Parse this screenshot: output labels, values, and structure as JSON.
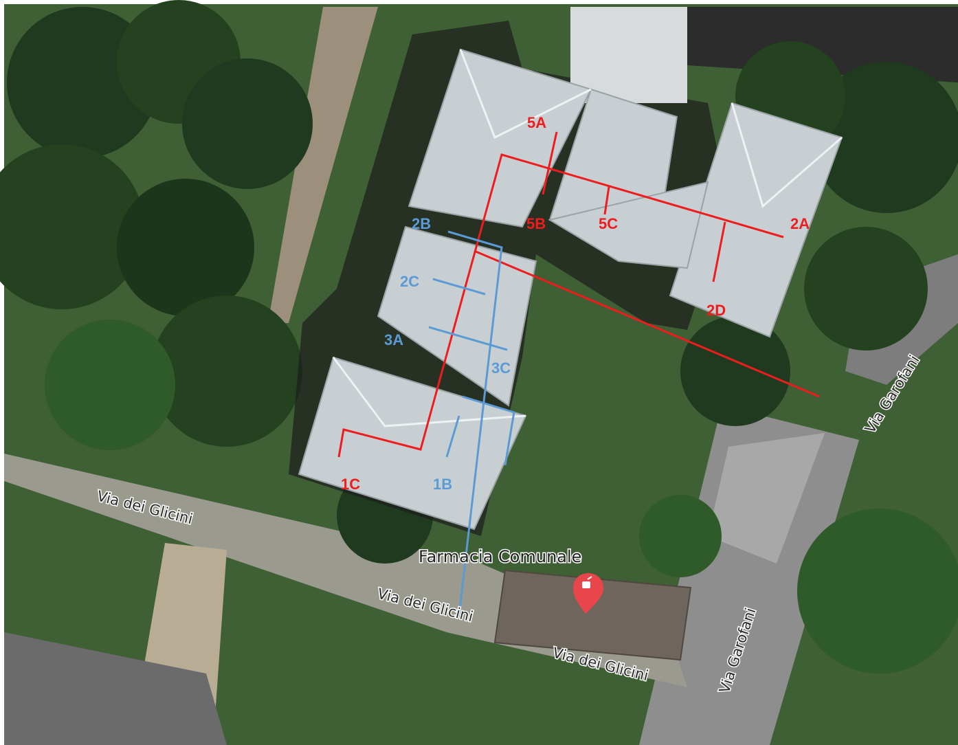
{
  "colors": {
    "grass": "#3f5f34",
    "tree_dark": "#1f3a1f",
    "tree_mid": "#2f5a2a",
    "roof": "#c8cfd3",
    "roof_ridge": "#eef2f4",
    "road": "#8e8e8e",
    "path": "#9c8f7c",
    "red_line": "#ee1c1c",
    "blue_line": "#5b9bd5",
    "pin": "#e8464a"
  },
  "labels": {
    "l5A": "5A",
    "l5B": "5B",
    "l5C": "5C",
    "l2A": "2A",
    "l2D": "2D",
    "l1C": "1C",
    "l2B": "2B",
    "l2C": "2C",
    "l3A": "3A",
    "l3C": "3C",
    "l1B": "1B"
  },
  "streets": {
    "glicini_1": "Via dei Glicini",
    "glicini_2": "Via dei Glicini",
    "glicini_3": "Via dei Glicini",
    "garofani_1": "Via Garofani",
    "garofani_2": "Via Garofani"
  },
  "poi": {
    "pharmacy": "Farmacia Comunale",
    "pharmacy_icon": "mortar-pestle-icon"
  }
}
